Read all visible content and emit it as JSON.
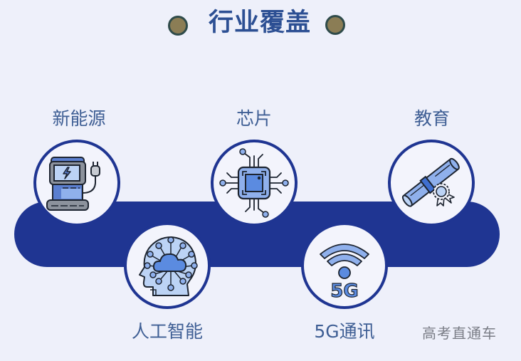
{
  "header": {
    "title": "行业覆盖",
    "bullet_color": "#8b7d55",
    "bullet_border_color": "#2f4b4a",
    "title_color": "#2c4f93"
  },
  "band": {
    "color": "#1f3592"
  },
  "industries": [
    {
      "label": "新能源",
      "icon": "ev-charging-station-icon",
      "position": "top"
    },
    {
      "label": "人工智能",
      "icon": "ai-brain-cloud-icon",
      "position": "bottom"
    },
    {
      "label": "芯片",
      "icon": "microchip-icon",
      "position": "top"
    },
    {
      "label": "5G通讯",
      "icon": "5g-signal-icon",
      "position": "bottom"
    },
    {
      "label": "教育",
      "icon": "diploma-scroll-icon",
      "position": "top"
    }
  ],
  "icon_5g_text": "5G",
  "watermark": "高考直通车"
}
